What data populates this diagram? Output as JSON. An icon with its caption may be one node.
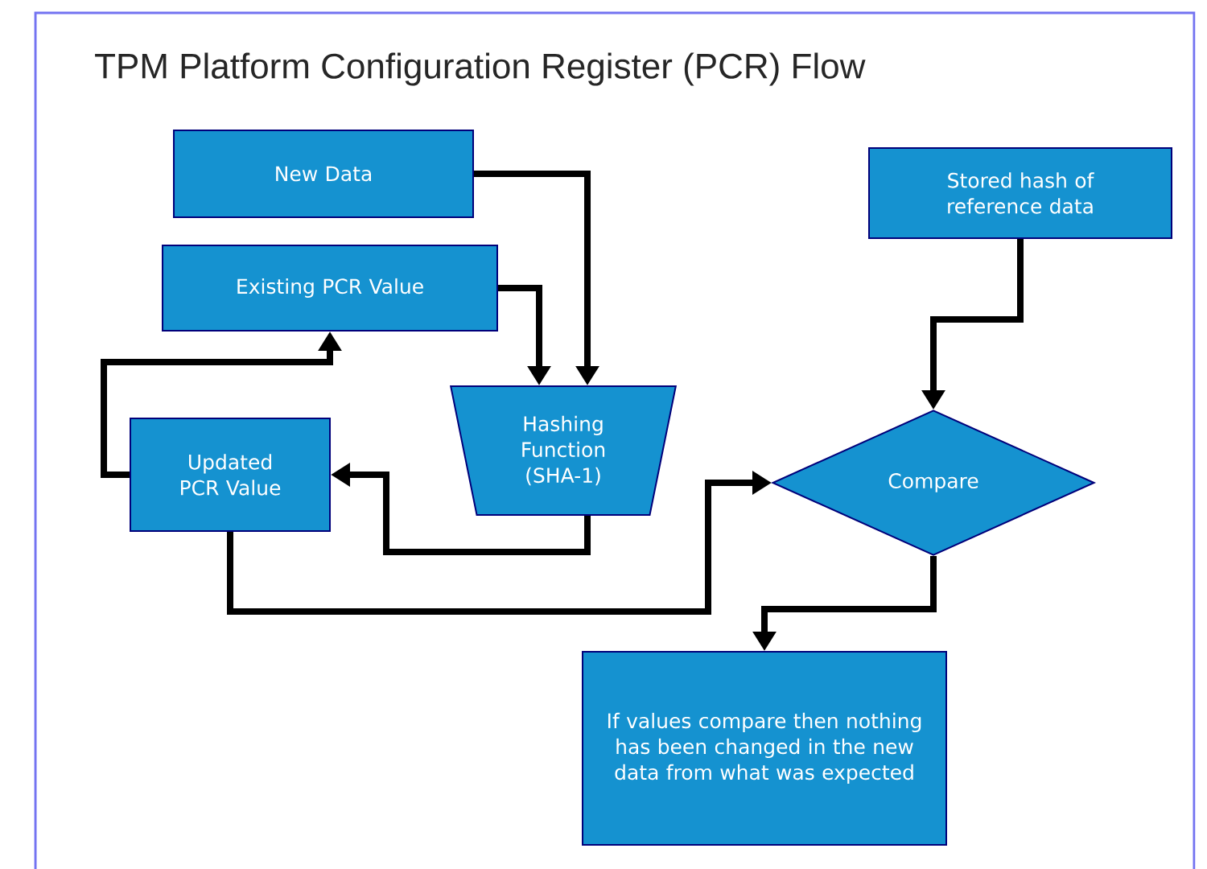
{
  "diagram": {
    "title": "TPM Platform Configuration Register (PCR) Flow",
    "nodes": [
      {
        "text": [
          "New Data"
        ]
      },
      {
        "text": [
          "Existing PCR Value"
        ]
      },
      {
        "text": [
          "Hashing Function (SHA-1)"
        ]
      },
      {
        "text": [
          "Updated PCR Value"
        ]
      },
      {
        "text": [
          "Stored hash of reference data"
        ]
      },
      {
        "text": [
          "Compare"
        ]
      },
      {
        "text": [
          "If values compare then nothing has been changed in the new data from what was expected"
        ]
      }
    ],
    "edges": [
      {
        "from": 0,
        "to": 2,
        "arrow": "to"
      },
      {
        "from": 1,
        "to": 2,
        "arrow": "to"
      },
      {
        "from": 2,
        "to": 3,
        "arrow": "to"
      },
      {
        "from": 3,
        "to": 1,
        "arrow": "to"
      },
      {
        "from": 3,
        "to": 5,
        "arrow": "to"
      },
      {
        "from": 4,
        "to": 5,
        "arrow": "to"
      },
      {
        "from": 5,
        "to": 6,
        "arrow": "to"
      }
    ]
  }
}
